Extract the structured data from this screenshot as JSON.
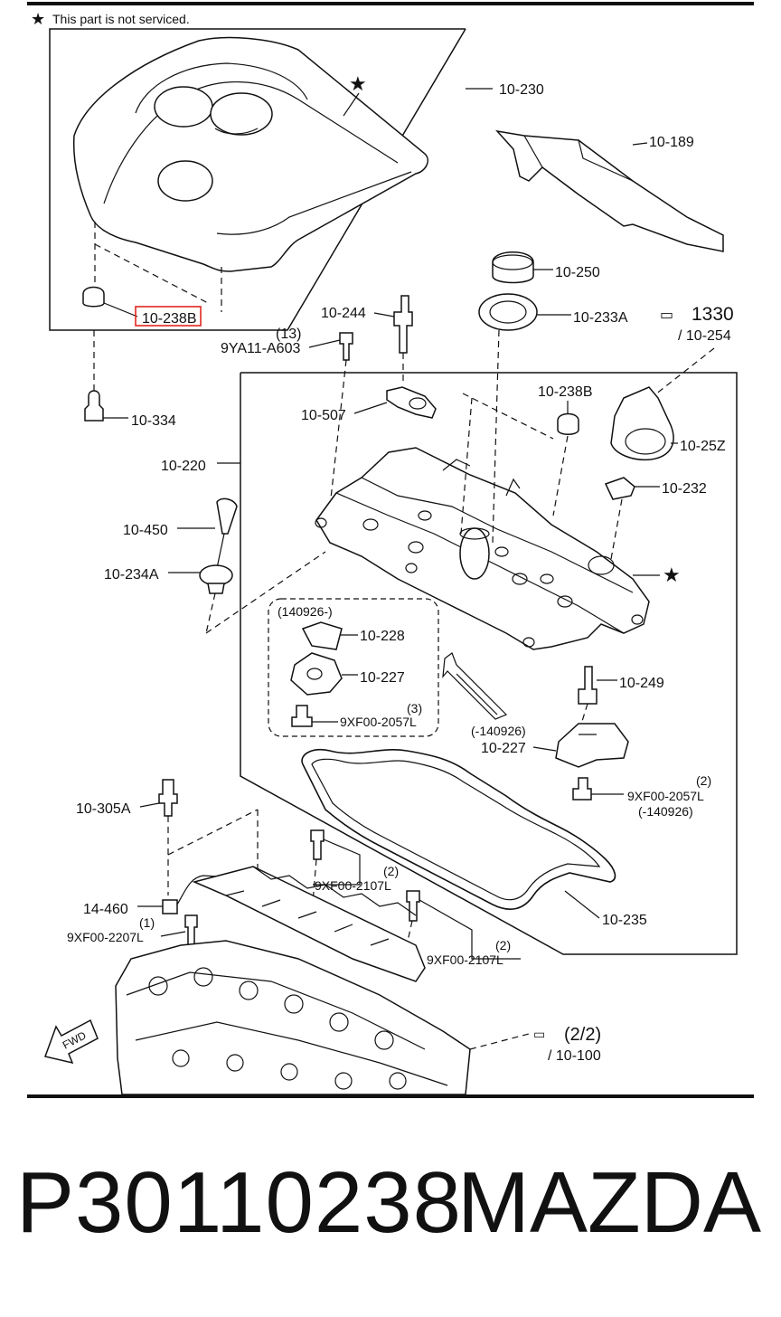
{
  "note": {
    "star": "★",
    "text": "This part is not serviced."
  },
  "labels": {
    "l10_230": "10-230",
    "l10_189": "10-189",
    "l10_250": "10-250",
    "l10_233A": "10-233A",
    "l1330": "1330",
    "l10_254": "/ 10-254",
    "l10_238B_top": "10-238B",
    "l10_334": "10-334",
    "l10_244": "10-244",
    "l13": "(13)",
    "l9YA11": "9YA11-A603",
    "l10_507": "10-507",
    "l10_238B": "10-238B",
    "l10_25Z": "10-25Z",
    "l10_220": "10-220",
    "l10_232": "10-232",
    "l10_450": "10-450",
    "l10_234A": "10-234A",
    "l140926a": "(140926-)",
    "l10_228": "10-228",
    "l10_227a": "10-227",
    "l3": "(3)",
    "l9XF2057a": "9XF00-2057L",
    "l10_249": "10-249",
    "l140926b": "(-140926)",
    "l10_227b": "10-227",
    "l2a": "(2)",
    "l9XF2057b": "9XF00-2057L",
    "l140926c": "(-140926)",
    "l10_305A": "10-305A",
    "l2b": "(2)",
    "l9XF2107a": "9XF00-2107L",
    "l14_460": "14-460",
    "l1": "(1)",
    "l9XF2207": "9XF00-2207L",
    "l2c": "(2)",
    "l9XF2107b": "9XF00-2107L",
    "l10_235": "10-235",
    "l2of2": "(2/2)",
    "l10_100": "/ 10-100",
    "fwd": "FWD"
  },
  "footer": {
    "part_number": "P30110238",
    "brand": "MAZDA"
  },
  "highlight_color": "#e0271f"
}
